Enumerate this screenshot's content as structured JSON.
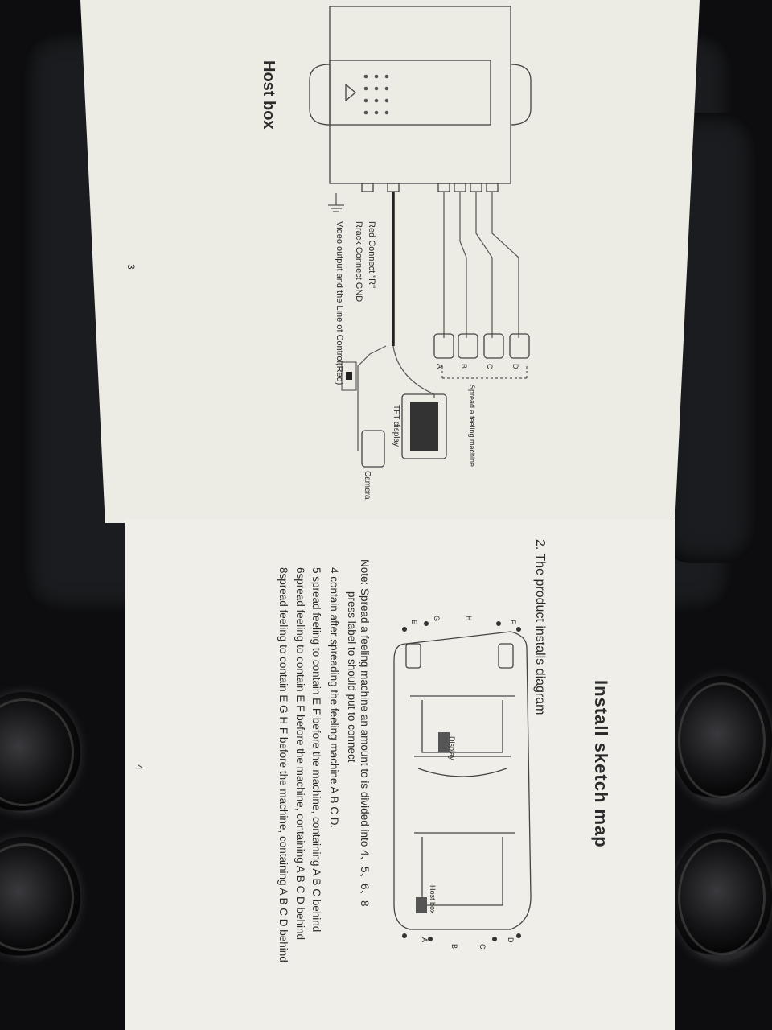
{
  "left_page": {
    "host_box_title": "Host box",
    "notes": [
      "Red Connect \"R\"",
      "Rrack Connect GND",
      "Video output and the Line of Control(Red)"
    ],
    "sensor_labels": [
      "A",
      "B",
      "C",
      "D"
    ],
    "spread_label": "Spread a feeling machine",
    "tft_label": "TFT display",
    "camera_label": "Camera",
    "page_number": "3"
  },
  "right_page": {
    "title": "Install sketch map",
    "section": "2.  The product installs diagram",
    "car_labels_left": [
      "F",
      "H",
      "G",
      "E"
    ],
    "car_labels_right": [
      "D",
      "C",
      "B",
      "A"
    ],
    "display_label": "Display",
    "host_box_label": "Host box",
    "note_lines": [
      "Note:  Spread a feeling machine an amount to is divided into 4、5、6、8",
      "press label to should put to connect",
      "4 contain after spreading the feeling machine    A  B  C  D.",
      "5 spread feeling to contain E F before the machine, containing A B C behind",
      "6spread feeling to contain E F before the machine, containing A B C D behind",
      "8spread feeling to contain E G H F before the machine, containing A B C D  behind"
    ],
    "page_number": "4"
  }
}
